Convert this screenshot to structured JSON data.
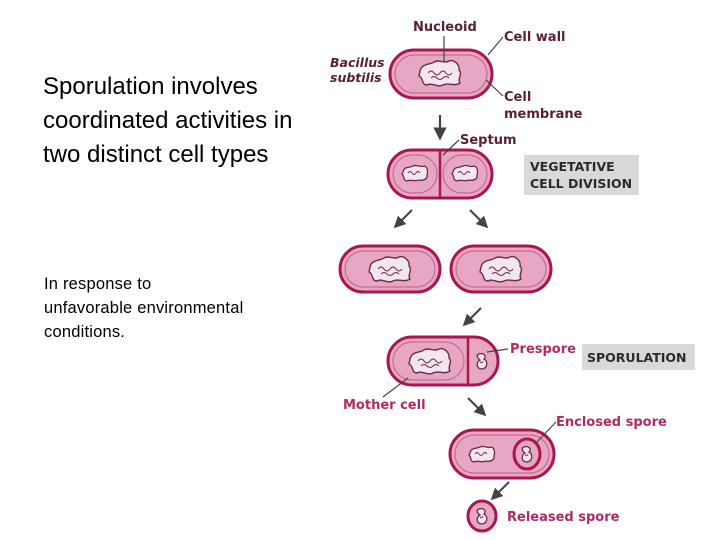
{
  "text": {
    "title": "Sporulation involves coordinated activities in two distinct cell types",
    "subtitle": "In response to unfavorable environmental conditions."
  },
  "diagram": {
    "labels": {
      "nucleoid": "Nucleoid",
      "cell_wall": "Cell wall",
      "bacillus_line1": "Bacillus",
      "bacillus_line2": "subtilis",
      "cell_membrane_line1": "Cell",
      "cell_membrane_line2": "membrane",
      "septum": "Septum",
      "prespore": "Prespore",
      "mother_cell": "Mother cell",
      "enclosed_spore": "Enclosed spore",
      "released_spore": "Released spore"
    },
    "stages": {
      "vegetative_line1": "VEGETATIVE",
      "vegetative_line2": "CELL DIVISION",
      "sporulation": "SPORULATION"
    },
    "colors": {
      "cell_fill": "#e7a6c4",
      "cell_outline": "#a8174f",
      "label_dark": "#5a1f36",
      "label_pink": "#b02a63",
      "stage_box": "#d9d9d9",
      "arrow": "#444444"
    }
  }
}
